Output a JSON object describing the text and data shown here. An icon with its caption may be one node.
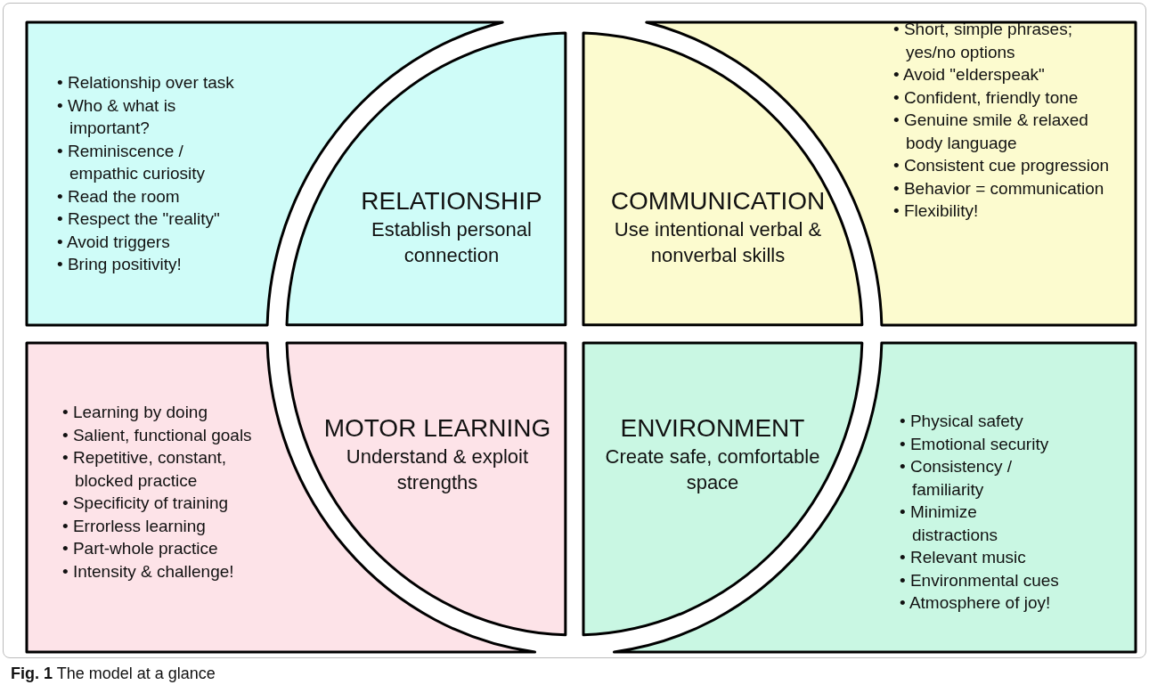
{
  "diagram": {
    "caption": "**Fig. 1** The model at a glance",
    "nodes": [
      {
        "text": [
          "• Relationship over task",
          "• Who & what is important?",
          "• Reminiscence / empathic curiosity",
          "• Read the room",
          "• Respect the \"reality\"",
          "• Avoid triggers",
          "• Bring positivity!"
        ]
      },
      {
        "text": [
          "RELATIONSHIP",
          "Establish personal connection"
        ]
      },
      {
        "text": [
          "COMMUNICATION",
          "Use intentional verbal & nonverbal skills"
        ]
      },
      {
        "text": [
          "• Short, simple phrases; yes/no options",
          "• Avoid \"elderspeak\"",
          "• Confident, friendly tone",
          "• Genuine smile & relaxed body language",
          "• Consistent cue progression",
          "• Behavior = communication",
          "• Flexibility!"
        ]
      },
      {
        "text": [
          "• Learning by doing",
          "• Salient, functional goals",
          "• Repetitive, constant, blocked practice",
          "• Specificity of training",
          "• Errorless learning",
          "• Part-whole practice",
          "• Intensity & challenge!"
        ]
      },
      {
        "text": [
          "MOTOR LEARNING",
          "Understand & exploit strengths"
        ]
      },
      {
        "text": [
          "ENVIRONMENT",
          "Create safe, comfortable space"
        ]
      },
      {
        "text": [
          "• Physical safety",
          "• Emotional security",
          "• Consistency / familiarity",
          "• Minimize distractions",
          "• Relevant music",
          "• Environmental cues",
          "• Atmosphere of joy!"
        ]
      }
    ],
    "edges": []
  }
}
